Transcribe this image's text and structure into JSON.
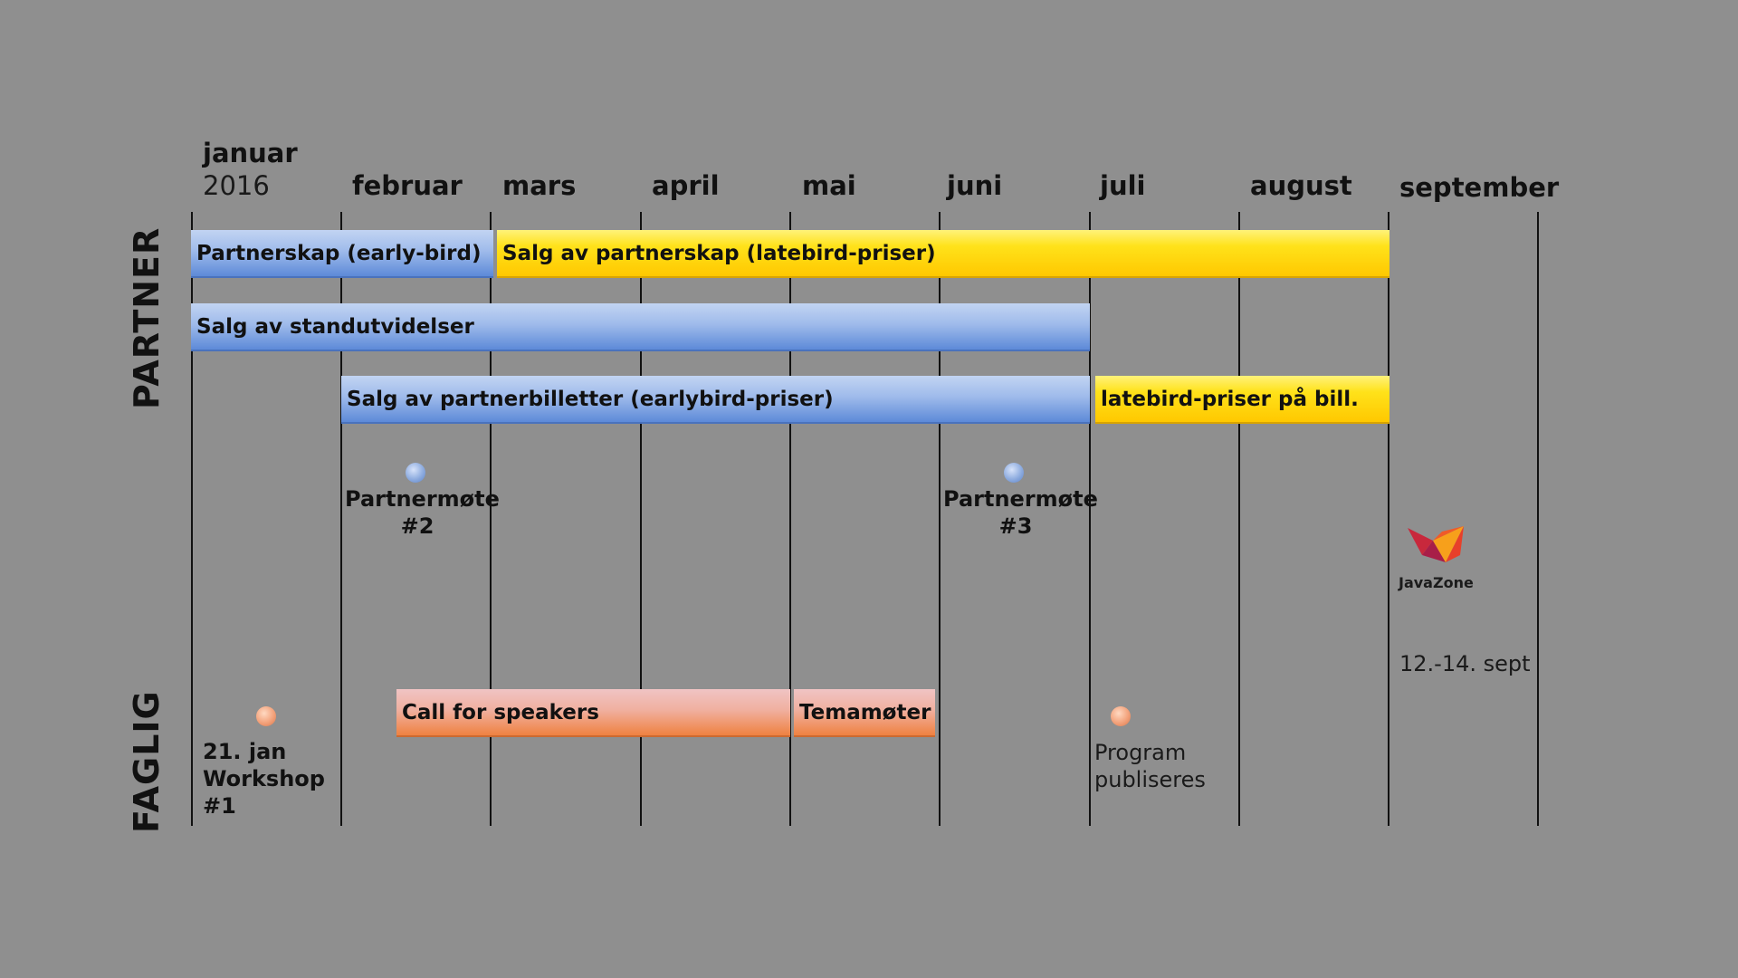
{
  "months": [
    {
      "label": "januar",
      "year": "2016"
    },
    {
      "label": "februar"
    },
    {
      "label": "mars"
    },
    {
      "label": "april"
    },
    {
      "label": "mai"
    },
    {
      "label": "juni"
    },
    {
      "label": "juli"
    },
    {
      "label": "august"
    },
    {
      "label": "september"
    }
  ],
  "sections": {
    "partner": "PARTNER",
    "faglig": "FAGLIG"
  },
  "bars": {
    "partnerskap_early": {
      "label": "Partnerskap (early-bird)",
      "color": "blue"
    },
    "partnerskap_late": {
      "label": "Salg av partnerskap (latebird-priser)",
      "color": "yellow"
    },
    "standutvidelser": {
      "label": "Salg av standutvidelser",
      "color": "blue"
    },
    "partnerbilletter_early": {
      "label": "Salg av partnerbilletter (earlybird-priser)",
      "color": "blue"
    },
    "partnerbilletter_late": {
      "label": "latebird-priser på bill.",
      "color": "yellow"
    },
    "call_for_speakers": {
      "label": "Call for speakers",
      "color": "orange"
    },
    "temamoter": {
      "label": "Temamøter",
      "color": "orange"
    }
  },
  "milestones": {
    "partnermote_2": {
      "line1": "Partnermøte",
      "line2": "#2"
    },
    "partnermote_3": {
      "line1": "Partnermøte",
      "line2": "#3"
    },
    "workshop_1": {
      "line1": "21. jan",
      "line2": "Workshop",
      "line3": "#1"
    },
    "program": {
      "line1": "Program",
      "line2": "publiseres"
    }
  },
  "event": {
    "logo_text": "JavaZone",
    "dates": "12.-14. sept"
  },
  "colors": {
    "background": "#8f8f8f",
    "blue": "#9fbbeb",
    "yellow": "#ffe21a",
    "orange": "#ef8241"
  }
}
